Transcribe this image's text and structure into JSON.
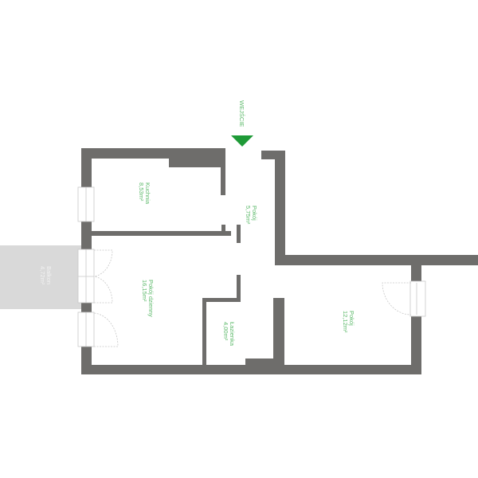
{
  "entrance": {
    "label": "WEJŚCIE",
    "arrow_color": "#1e9a37"
  },
  "rooms": [
    {
      "name": "Kuchnia",
      "area": "8,53m²"
    },
    {
      "name": "Pokój",
      "area": "5,75m²"
    },
    {
      "name": "Pokój dzienny",
      "area": "16,15m²"
    },
    {
      "name": "Łazienka",
      "area": "4,00m²"
    },
    {
      "name": "Pokój",
      "area": "12,12m²"
    },
    {
      "name": "Balkon",
      "area": "4,72m²"
    }
  ],
  "colors": {
    "wall": "#6e6d6b",
    "balcony": "#d9d9d9",
    "label": "#5cb96a"
  }
}
